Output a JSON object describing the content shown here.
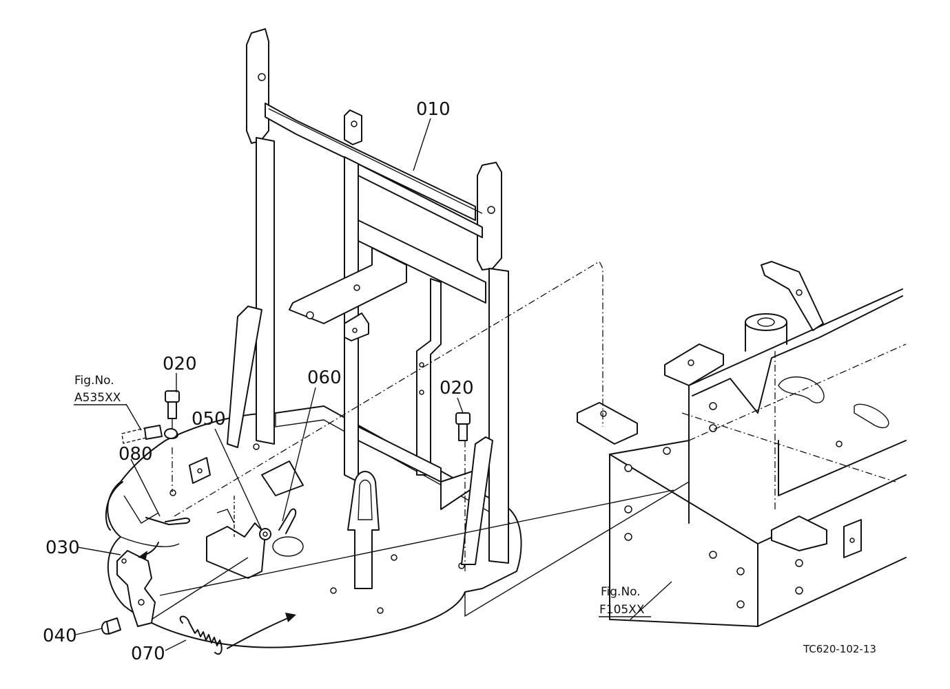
{
  "parts": {
    "p010": "010",
    "p020a": "020",
    "p020b": "020",
    "p030": "030",
    "p040": "040",
    "p050": "050",
    "p060": "060",
    "p070": "070",
    "p080": "080"
  },
  "refs": {
    "fig_left_label": "Fig.No.",
    "fig_left_code": "A535XX",
    "fig_right_label": "Fig.No.",
    "fig_right_code": "F105XX"
  },
  "drawing_code": "TC620-102-13",
  "colors": {
    "line": "#111111",
    "background": "#ffffff"
  }
}
